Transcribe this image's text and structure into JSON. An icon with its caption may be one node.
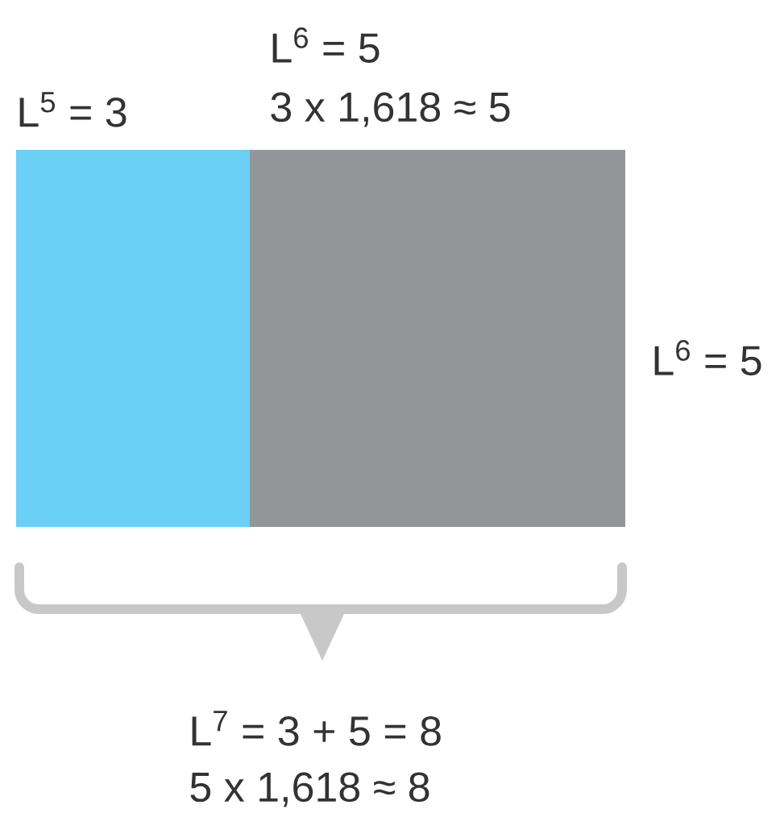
{
  "diagram": {
    "labels": [
      "L$^{6}$ = 5",
      "L$^{5}$ = 3",
      "3 x 1,618 ≈ 5",
      "L$^{6}$ = 5",
      "L$^{7}$ = 3 + 5 = 8",
      "5 x 1,618 ≈ 8"
    ]
  }
}
